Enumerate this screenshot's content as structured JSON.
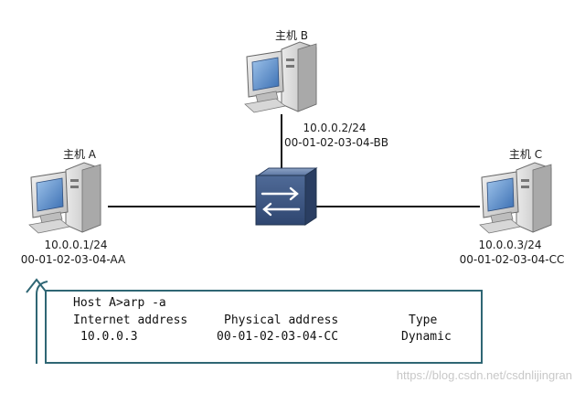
{
  "hosts": {
    "a": {
      "title": "主机 A",
      "ip": "10.0.0.1/24",
      "mac": "00-01-02-03-04-AA"
    },
    "b": {
      "title": "主机 B",
      "ip": "10.0.0.2/24",
      "mac": "00-01-02-03-04-BB"
    },
    "c": {
      "title": "主机 C",
      "ip": "10.0.0.3/24",
      "mac": "00-01-02-03-04-CC"
    }
  },
  "terminal": {
    "command": "Host A>arp -a",
    "header_ip": "Internet address",
    "header_mac": "Physical address",
    "header_type": "Type",
    "row_ip": "10.0.0.3",
    "row_mac": "00-01-02-03-04-CC",
    "row_type": "Dynamic"
  },
  "watermark": "https://blog.csdn.net/csdnlijingran",
  "colors": {
    "link": "#111111",
    "switch": "#3d5a8a",
    "terminal_border": "#2f6674",
    "arrow": "#2f6674"
  }
}
